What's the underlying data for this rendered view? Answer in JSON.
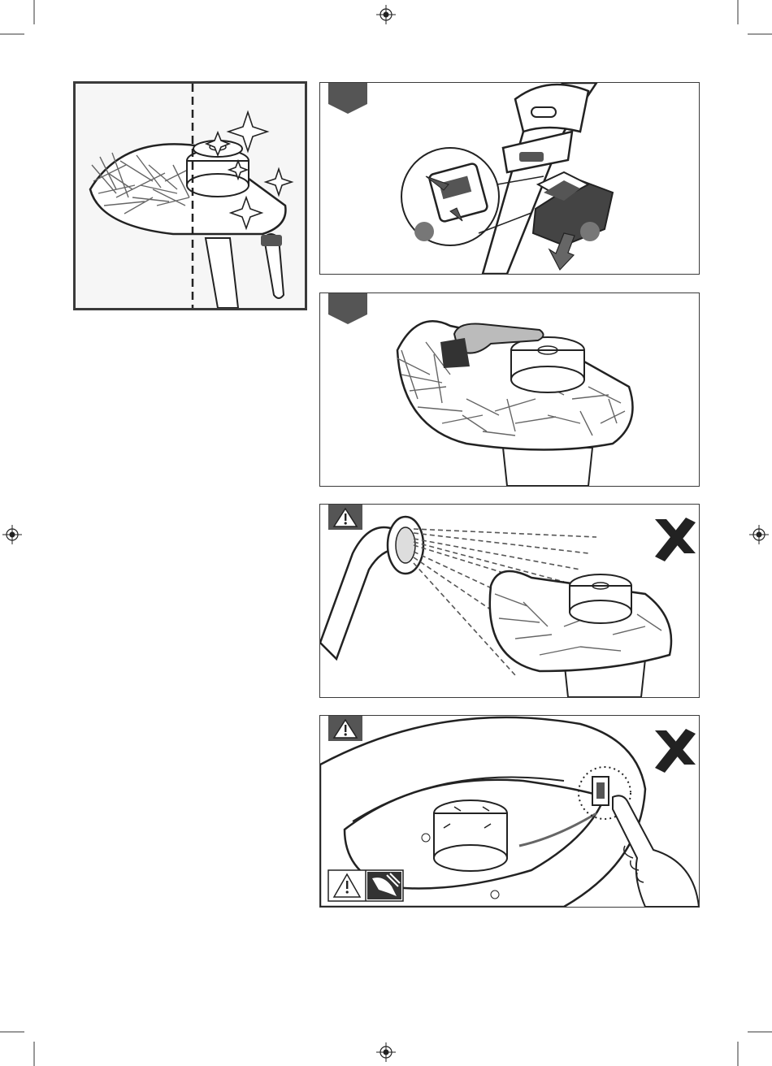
{
  "document": {
    "type": "instruction-manual-illustration-page",
    "colors": {
      "ink": "#2b2b2b",
      "grey_tab": "#555555",
      "grass": "#6b6b6b",
      "frame": "#3a3a3a"
    }
  },
  "panels": [
    {
      "id": "overview",
      "illustration": "trimmer-guard-half-dirty-half-clean",
      "icons": [
        "sparkle-icon",
        "dashed-divider"
      ]
    },
    {
      "id": "step-1",
      "illustration": "remove-battery",
      "icons": [
        "step-marker-tab",
        "press-arrow-icon",
        "pull-arrow-icon"
      ]
    },
    {
      "id": "step-2",
      "illustration": "brush-clean-guard",
      "icons": [
        "step-marker-tab",
        "brush-icon"
      ]
    },
    {
      "id": "step-3",
      "illustration": "no-water-spray",
      "icons": [
        "warning-icon",
        "cross-icon"
      ],
      "allowed": false
    },
    {
      "id": "step-4",
      "illustration": "do-not-touch-line-cutter",
      "icons": [
        "warning-icon",
        "cross-icon",
        "cut-hazard-icon"
      ],
      "allowed": false
    }
  ]
}
